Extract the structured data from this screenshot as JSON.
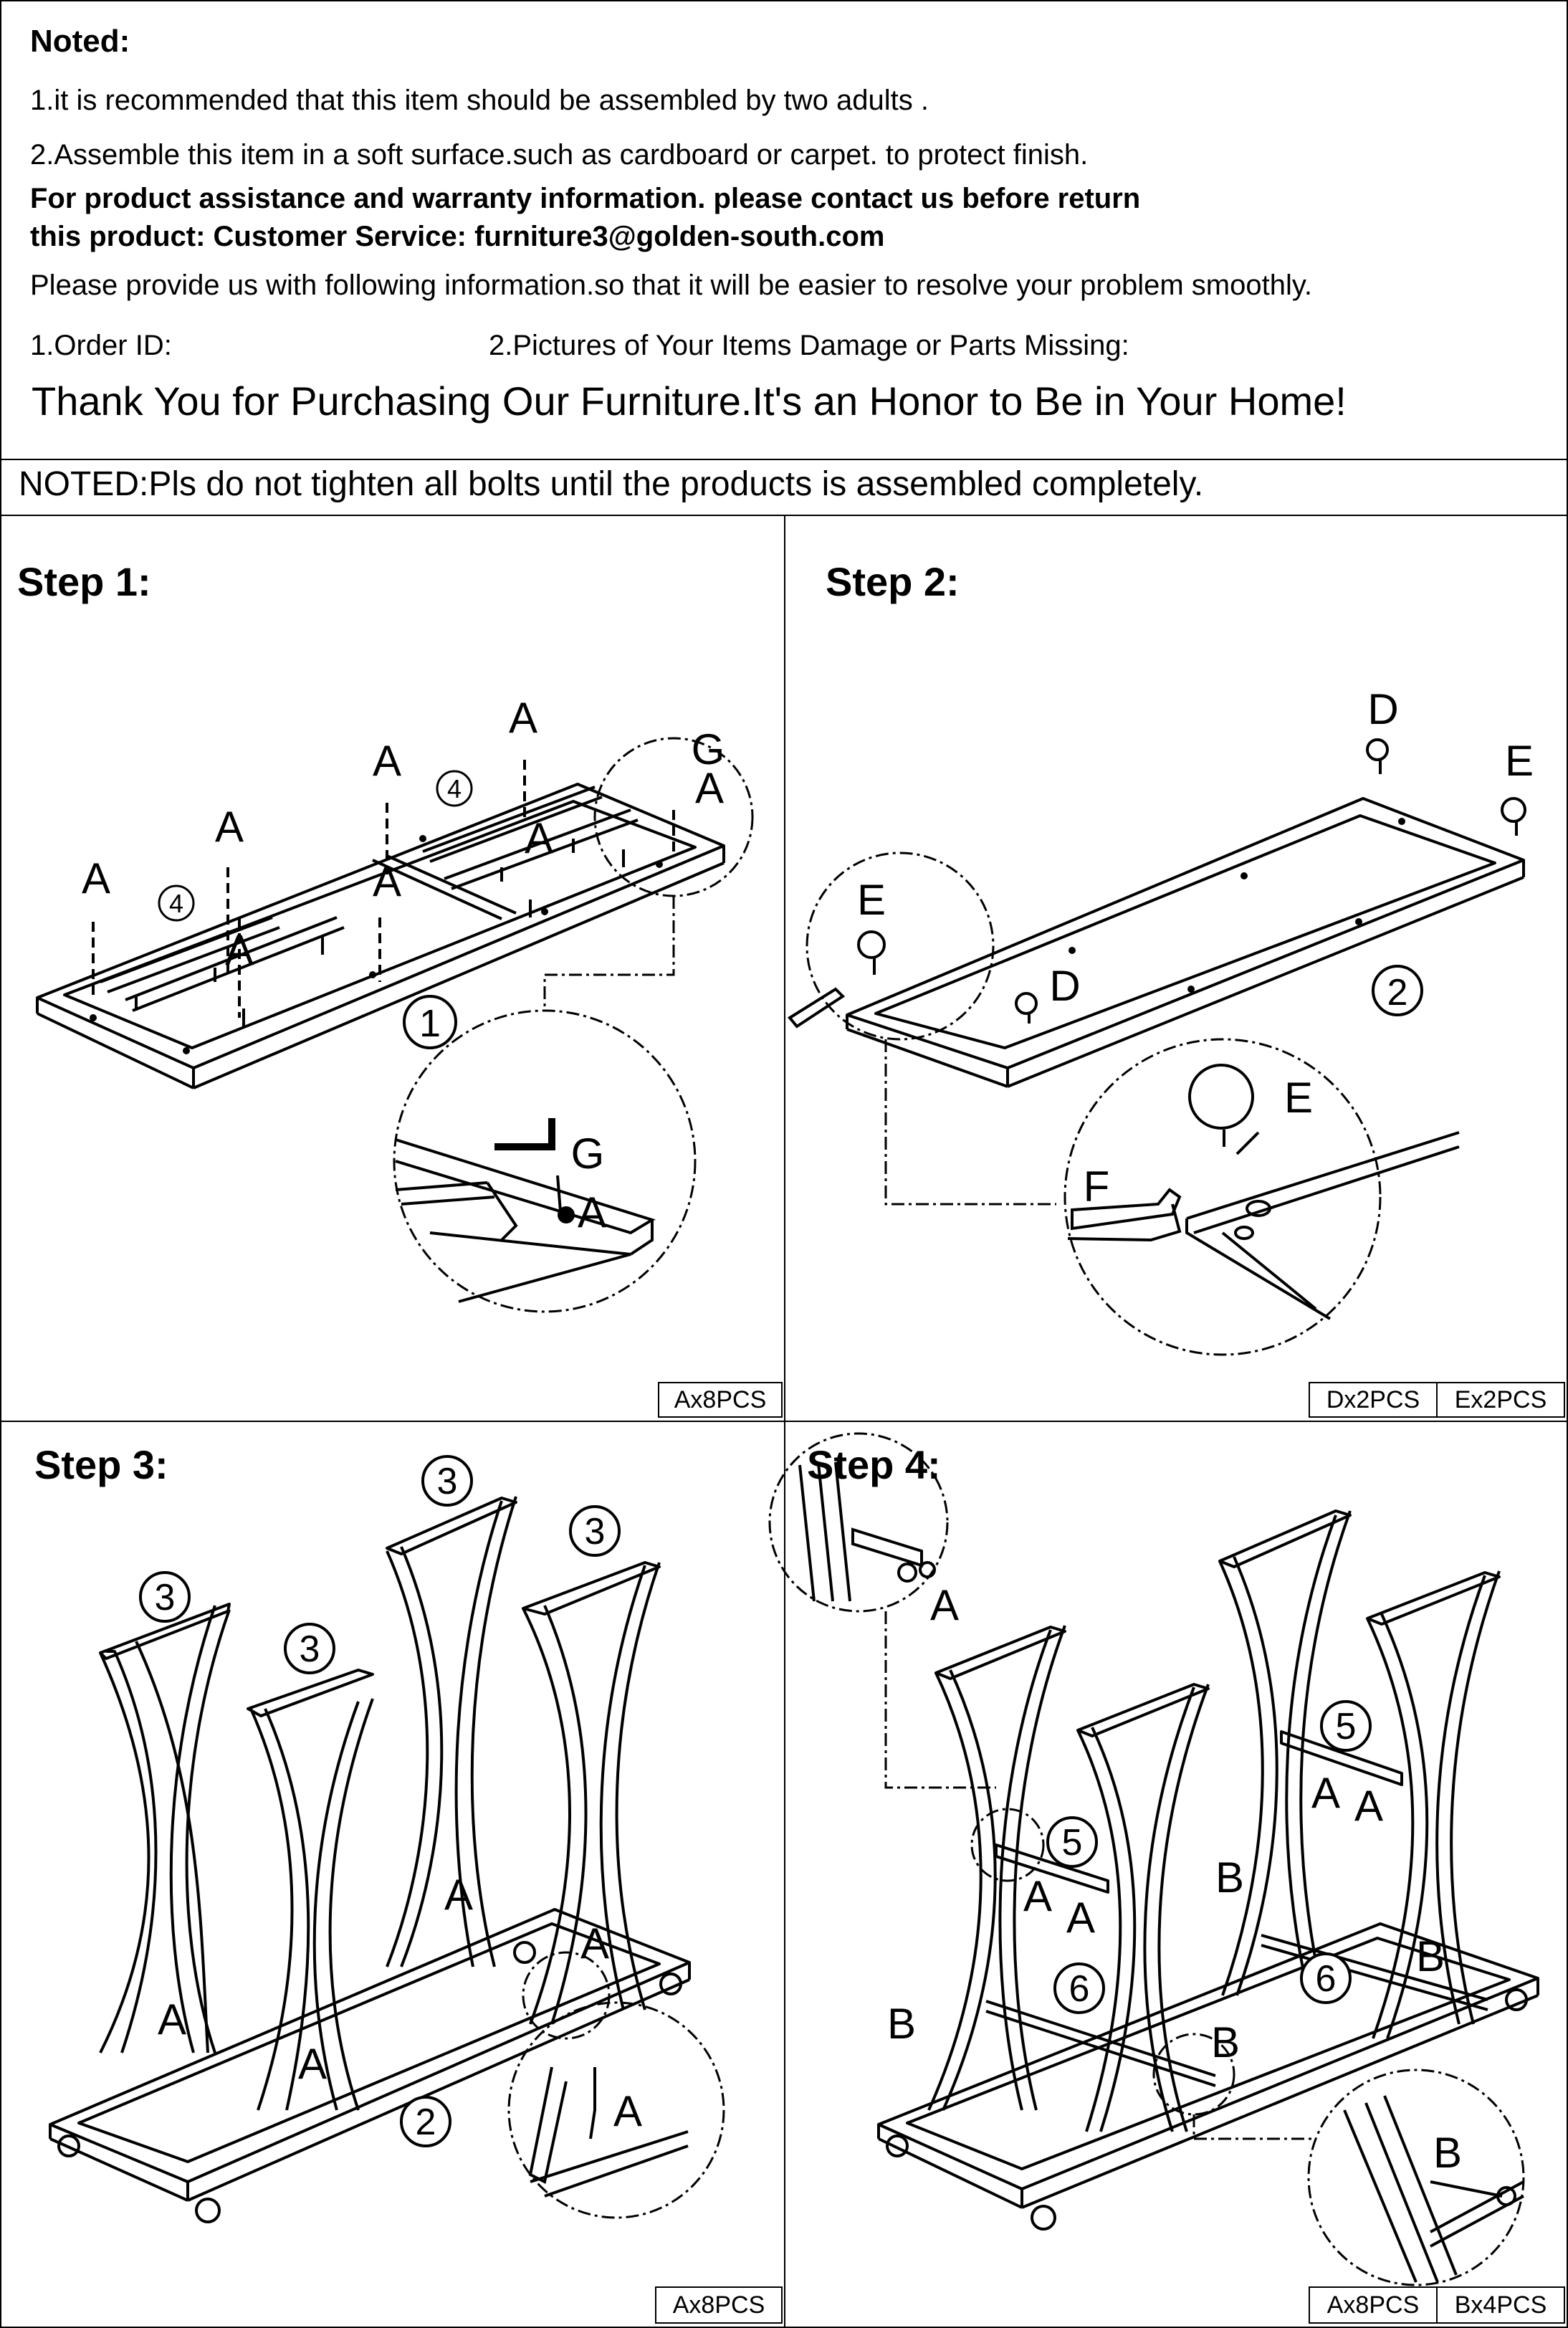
{
  "notes": {
    "heading": "Noted:",
    "line1": "1.it is recommended that this item should be assembled by two adults .",
    "line2": "2.Assemble this item in a soft surface.such as cardboard or carpet. to protect finish.",
    "contact_line1": "For product assistance and warranty information. please contact us before return",
    "contact_line2": "this product: Customer Service: furniture3@golden-south.com",
    "provide_info": "Please provide us with following information.so that it will be easier to resolve your problem smoothly.",
    "order_id": "1.Order ID:",
    "pictures": "2.Pictures of Your Items Damage or Parts Missing:",
    "thank_you": "Thank You for Purchasing Our Furniture.It's an Honor to Be in Your Home!",
    "bolts_note": "NOTED:Pls do not tighten all bolts until the products is assembled completely."
  },
  "steps": [
    {
      "title": "Step 1:",
      "parts_boxes": [
        "Ax8PCS"
      ],
      "labels": {
        "a": "A",
        "g": "G",
        "part_1": "1",
        "part_4": "4"
      }
    },
    {
      "title": "Step 2:",
      "parts_boxes": [
        "Dx2PCS",
        "Ex2PCS"
      ],
      "labels": {
        "d": "D",
        "e": "E",
        "f": "F",
        "part_2": "2"
      }
    },
    {
      "title": "Step 3:",
      "parts_boxes": [
        "Ax8PCS"
      ],
      "labels": {
        "a": "A",
        "part_2": "2",
        "part_3": "3"
      }
    },
    {
      "title": "Step 4:",
      "parts_boxes": [
        "Ax8PCS",
        "Bx4PCS"
      ],
      "labels": {
        "a": "A",
        "b": "B",
        "part_5": "5",
        "part_6": "6"
      }
    }
  ]
}
